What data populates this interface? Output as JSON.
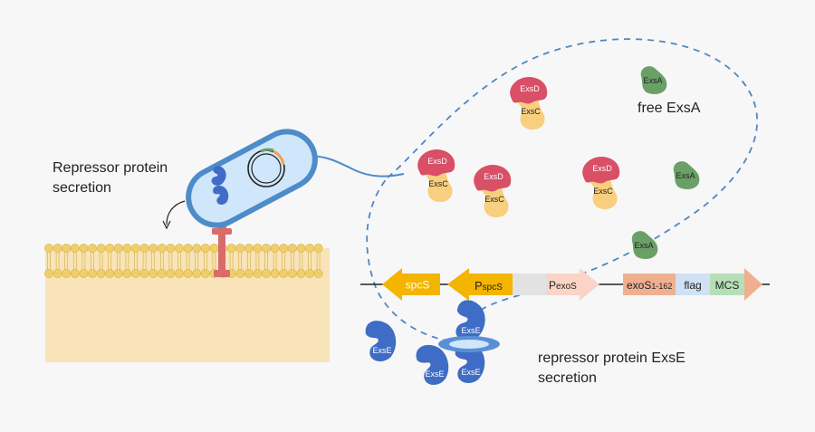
{
  "labels": {
    "repressor_secretion_line1": "Repressor protein",
    "repressor_secretion_line2": "secretion",
    "free_exsa": "free ExsA",
    "exse_secretion_line1": "repressor protein ExsE",
    "exse_secretion_line2": "secretion"
  },
  "proteins": {
    "exsd": "ExsD",
    "exsc": "ExsC",
    "exsa": "ExsA",
    "exse": "ExsE"
  },
  "construct": {
    "spcs": "spcS",
    "pspcs_main": "P",
    "pspcs_sub": "spcS",
    "pexos_main": "P",
    "pexos_sub": "exoS",
    "exos_main": "exoS",
    "exos_sub": "1-162",
    "flag": "flag",
    "mcs": "MCS"
  },
  "colors": {
    "background": "#f7f7f7",
    "cell_body": "#cfe6fb",
    "cell_outline": "#4d8cc9",
    "membrane_head": "#f0cf6b",
    "membrane_base": "#f8e4b8",
    "needle": "#d96b6b",
    "exsd": "#d84f66",
    "exsc": "#f8cf7e",
    "exsa": "#6aa066",
    "exse": "#3f6cc4",
    "spcs_arrow": "#f4b500",
    "pexos": "#fad4c6",
    "exos": "#f0b090",
    "flag": "#cfe1f3",
    "mcs": "#b6dfb8",
    "dash_outline": "#4f86c2"
  }
}
